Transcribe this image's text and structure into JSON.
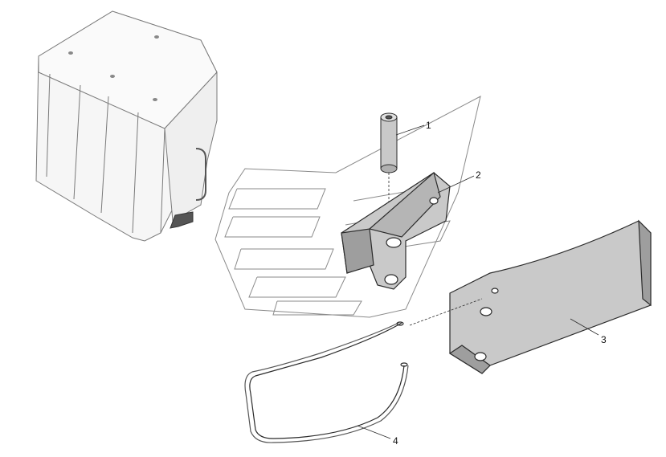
{
  "callouts": [
    {
      "id": "1",
      "label": "1"
    },
    {
      "id": "2",
      "label": "2"
    },
    {
      "id": "3",
      "label": "3"
    },
    {
      "id": "4",
      "label": "4"
    }
  ],
  "colors": {
    "line": "#2b2b2b",
    "light_line": "#8a8a8a",
    "metal_fill": "#c9c9c9",
    "metal_shade": "#9e9e9e",
    "housing_fill": "#f4f4f4",
    "background": "#ffffff"
  }
}
